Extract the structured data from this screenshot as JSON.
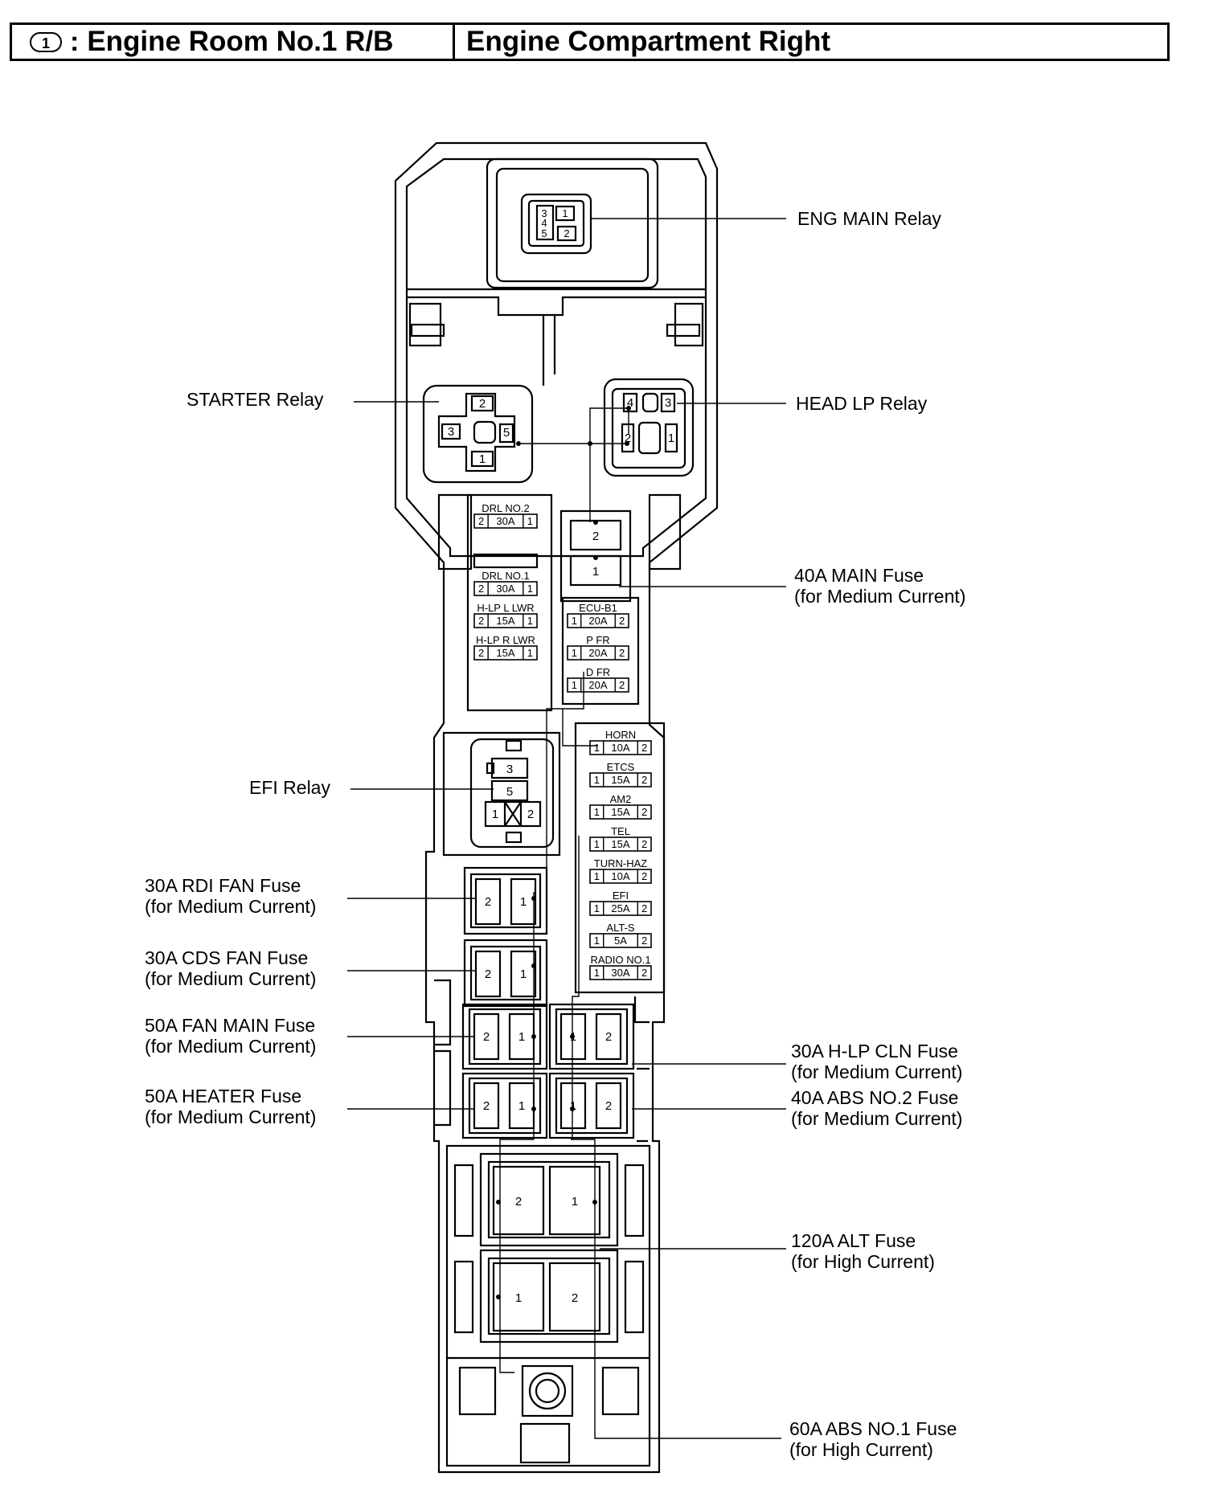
{
  "header": {
    "badge": "1",
    "colon": ":",
    "title_left": "Engine Room No.1 R/B",
    "title_right": "Engine Compartment Right"
  },
  "labels": {
    "eng_main": "ENG MAIN Relay",
    "starter": "STARTER Relay",
    "head_lp": "HEAD LP Relay",
    "main_40a_1": "40A MAIN Fuse",
    "main_40a_2": "(for Medium Current)",
    "efi_relay": "EFI Relay",
    "rdi_fan_1": "30A RDI FAN Fuse",
    "rdi_fan_2": "(for Medium Current)",
    "cds_fan_1": "30A CDS FAN Fuse",
    "cds_fan_2": "(for Medium Current)",
    "fan_main_1": "50A FAN MAIN Fuse",
    "fan_main_2": "(for Medium Current)",
    "heater_1": "50A HEATER Fuse",
    "heater_2": "(for Medium Current)",
    "hlp_cln_1": "30A H-LP CLN Fuse",
    "hlp_cln_2": "(for Medium Current)",
    "abs2_1": "40A ABS NO.2 Fuse",
    "abs2_2": "(for Medium Current)",
    "alt_1": "120A ALT Fuse",
    "alt_2": "(for High Current)",
    "abs1_1": "60A ABS NO.1 Fuse",
    "abs1_2": "(for High Current)"
  },
  "left_fuses": [
    {
      "name": "DRL NO.2",
      "a": "2",
      "amp": "30A",
      "b": "1"
    },
    {
      "name": "DRL NO.1",
      "a": "2",
      "amp": "30A",
      "b": "1"
    },
    {
      "name": "H-LP L LWR",
      "a": "2",
      "amp": "15A",
      "b": "1"
    },
    {
      "name": "H-LP R LWR",
      "a": "2",
      "amp": "15A",
      "b": "1"
    }
  ],
  "right_fuses": [
    {
      "name": "ECU-B1",
      "a": "1",
      "amp": "20A",
      "b": "2"
    },
    {
      "name": "P FR",
      "a": "1",
      "amp": "20A",
      "b": "2"
    },
    {
      "name": "D FR",
      "a": "1",
      "amp": "20A",
      "b": "2"
    },
    {
      "name": "HORN",
      "a": "1",
      "amp": "10A",
      "b": "2"
    },
    {
      "name": "ETCS",
      "a": "1",
      "amp": "15A",
      "b": "2"
    },
    {
      "name": "AM2",
      "a": "1",
      "amp": "15A",
      "b": "2"
    },
    {
      "name": "TEL",
      "a": "1",
      "amp": "15A",
      "b": "2"
    },
    {
      "name": "TURN-HAZ",
      "a": "1",
      "amp": "10A",
      "b": "2"
    },
    {
      "name": "EFI",
      "a": "1",
      "amp": "25A",
      "b": "2"
    },
    {
      "name": "ALT-S",
      "a": "1",
      "amp": "5A",
      "b": "2"
    },
    {
      "name": "RADIO NO.1",
      "a": "1",
      "amp": "30A",
      "b": "2"
    }
  ],
  "terminals": {
    "eng_main": [
      "3",
      "4",
      "5",
      "1",
      "2"
    ],
    "starter": [
      "2",
      "3",
      "5",
      "1"
    ],
    "head_lp": [
      "4",
      "3",
      "2",
      "1"
    ],
    "main_fuse": [
      "2",
      "1"
    ],
    "efi_relay": [
      "3",
      "5",
      "1",
      "2"
    ],
    "rdi_fan": [
      "2",
      "1"
    ],
    "cds_fan": [
      "2",
      "1"
    ],
    "fan_main": [
      "2",
      "1"
    ],
    "heater": [
      "2",
      "1"
    ],
    "hlp_cln": [
      "1",
      "2"
    ],
    "abs2": [
      "1",
      "2"
    ],
    "alt": [
      "2",
      "1"
    ],
    "abs1": [
      "1",
      "2"
    ]
  }
}
